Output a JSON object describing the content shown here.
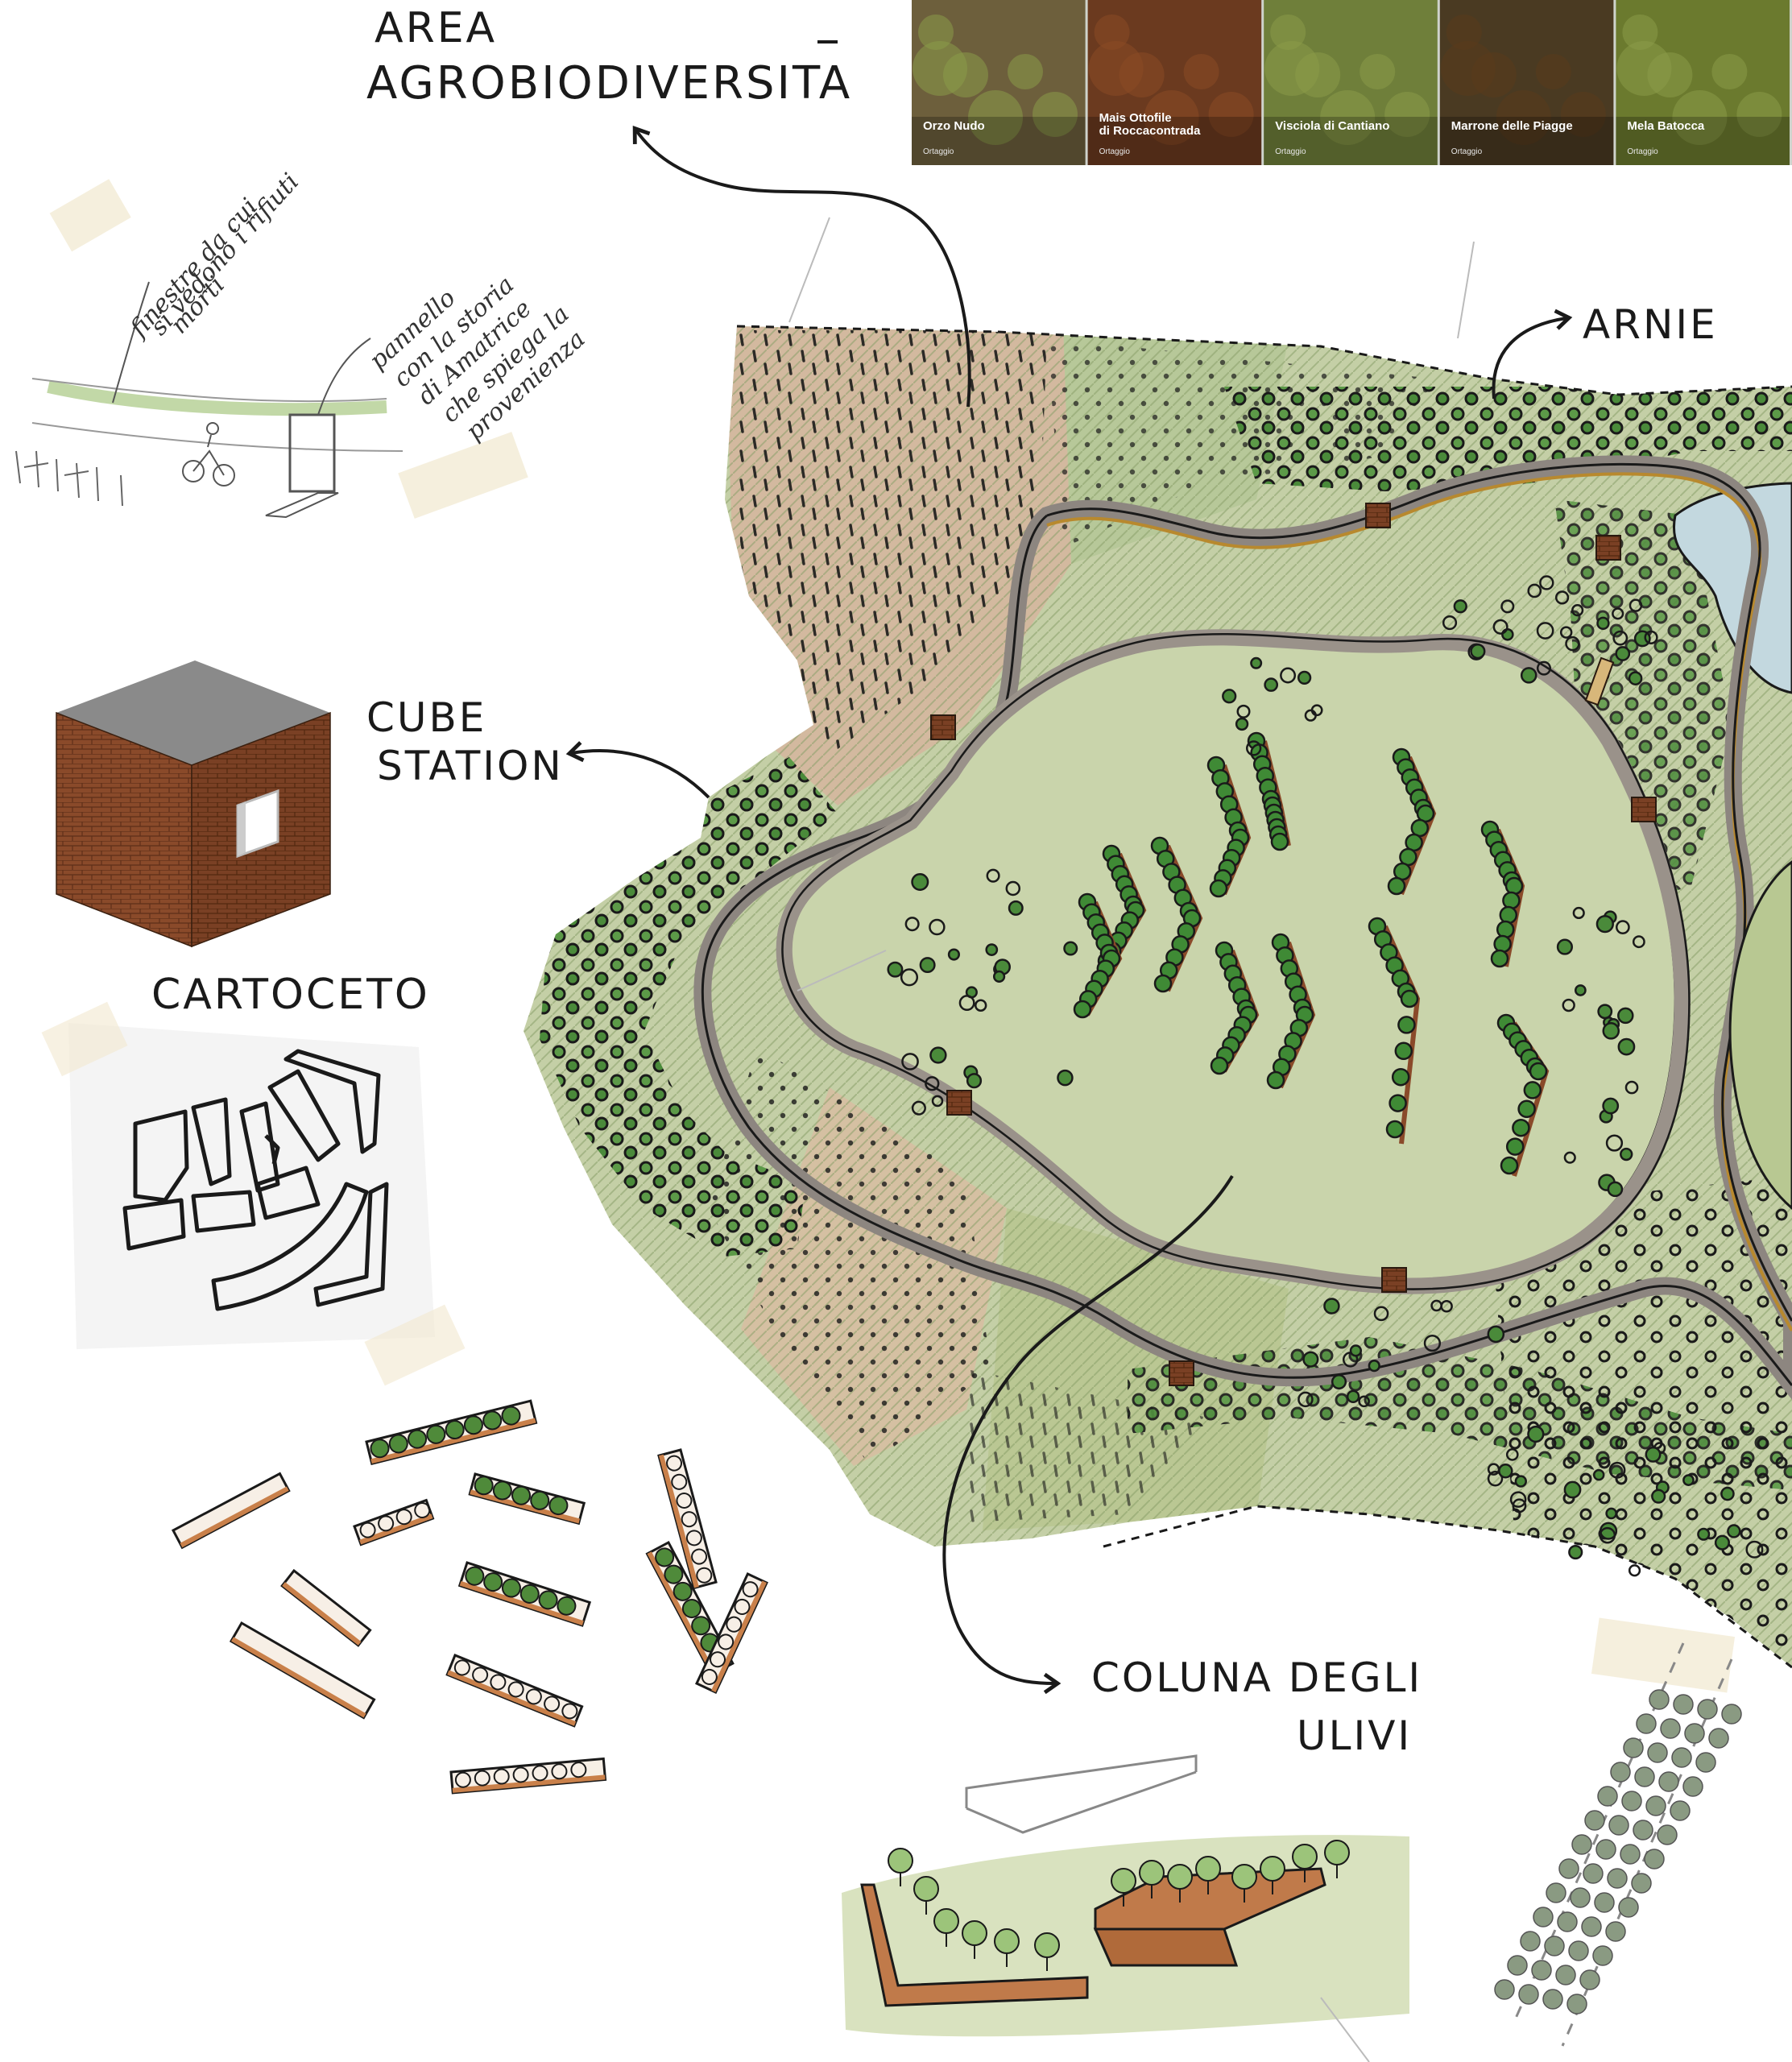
{
  "labels": {
    "area_line1": "AREA",
    "area_line2": "AGROBIODIVERSITA",
    "arnie": "ARNIE",
    "cube_line1": "CUBE",
    "cube_line2": "STATION",
    "cartoceto": "CARTOCETO",
    "coluna_line1": "COLUNA DEGLI",
    "coluna_line2": "ULIVI"
  },
  "notes": {
    "window_note": [
      "finestre da cui",
      "si vedono i rifiuti",
      "morti"
    ],
    "panel_note": [
      "pannello",
      "con la storia",
      "di Amatrice",
      "che spiega la",
      "provenienza"
    ]
  },
  "photos": [
    {
      "name": "Orzo Nudo",
      "sub": "Ortaggio",
      "color": "#6d5f3c"
    },
    {
      "name": "Mais Ottofile di Roccacontrada",
      "sub": "Ortaggio",
      "color": "#6b3a1f"
    },
    {
      "name": "Visciola di Cantiano",
      "sub": "Ortaggio",
      "color": "#6f7f3a"
    },
    {
      "name": "Marrone delle Piagge",
      "sub": "Ortaggio",
      "color": "#4a3a22"
    },
    {
      "name": "Mela Batocca",
      "sub": "Ortaggio",
      "color": "#6b7a2e"
    }
  ],
  "colors": {
    "grass": "#b9c99a",
    "grass_dark": "#8aa06a",
    "tree": "#3f7a35",
    "path": "#9a928a",
    "path_edge": "#b8892e",
    "soil": "#d8b59a",
    "brick": "#8a4a2a",
    "water": "#b9d3de",
    "ink": "#1a1a1a"
  }
}
